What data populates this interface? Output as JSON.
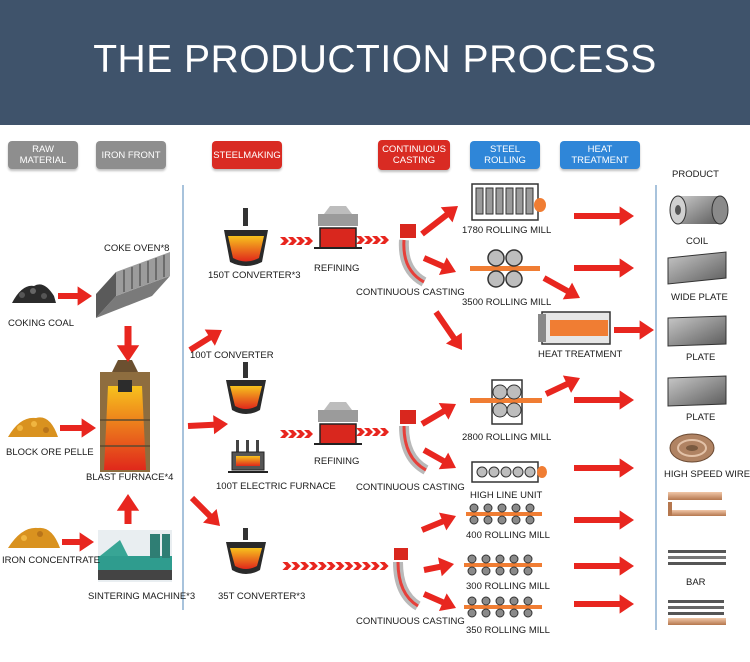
{
  "title": "THE PRODUCTION PROCESS",
  "colors": {
    "banner": "#3f536b",
    "arrow": "#e8261f",
    "stage_gray": "#8e8e8e",
    "stage_red": "#d92b23",
    "stage_blue": "#2f86d8",
    "divider": "#a8c3dc"
  },
  "stages": [
    {
      "id": "raw-material",
      "label": "RAW MATERIAL",
      "color": "gray"
    },
    {
      "id": "iron-front",
      "label": "IRON FRONT",
      "color": "gray"
    },
    {
      "id": "steelmaking",
      "label": "STEELMAKING",
      "color": "red"
    },
    {
      "id": "continuous-casting",
      "label": "CONTINUOUS CASTING",
      "color": "red"
    },
    {
      "id": "steel-rolling",
      "label": "STEEL ROLLING",
      "color": "blue"
    },
    {
      "id": "heat-treatment",
      "label": "HEAT TREATMENT",
      "color": "blue"
    }
  ],
  "raw": {
    "coking_coal": "COKING COAL",
    "block_ore": "BLOCK ORE PELLE",
    "iron_concentrate": "IRON CONCENTRATE"
  },
  "iron": {
    "coke_oven": "COKE OVEN*8",
    "blast_furnace": "BLAST FURNACE*4",
    "sintering": "SINTERING MACHINE*3"
  },
  "steel": {
    "converter_150": "150T CONVERTER*3",
    "refining_1": "REFINING",
    "converter_100": "100T CONVERTER",
    "refining_2": "REFINING",
    "electric_furnace": "100T  ELECTRIC FURNACE",
    "converter_35": "35T CONVERTER*3"
  },
  "casting": {
    "cc_1": "CONTINUOUS CASTING",
    "cc_2": "CONTINUOUS CASTING",
    "cc_3": "CONTINUOUS CASTING"
  },
  "rolling": {
    "mill_1780": "1780 ROLLING MILL",
    "mill_3500": "3500 ROLLING MILL",
    "heat_treatment": "HEAT TREATMENT",
    "mill_2800": "2800 ROLLING MILL",
    "high_line": "HIGH LINE UNIT",
    "mill_400": "400 ROLLING MILL",
    "mill_300": "300 ROLLING MILL",
    "mill_350": "350 ROLLING MILL"
  },
  "products": {
    "header": "PRODUCT",
    "coil": "COIL",
    "wide_plate": "WIDE PLATE",
    "plate_1": "PLATE",
    "plate_2": "PLATE",
    "high_speed_wire": "HIGH SPEED WIRE",
    "bar": "BAR"
  }
}
